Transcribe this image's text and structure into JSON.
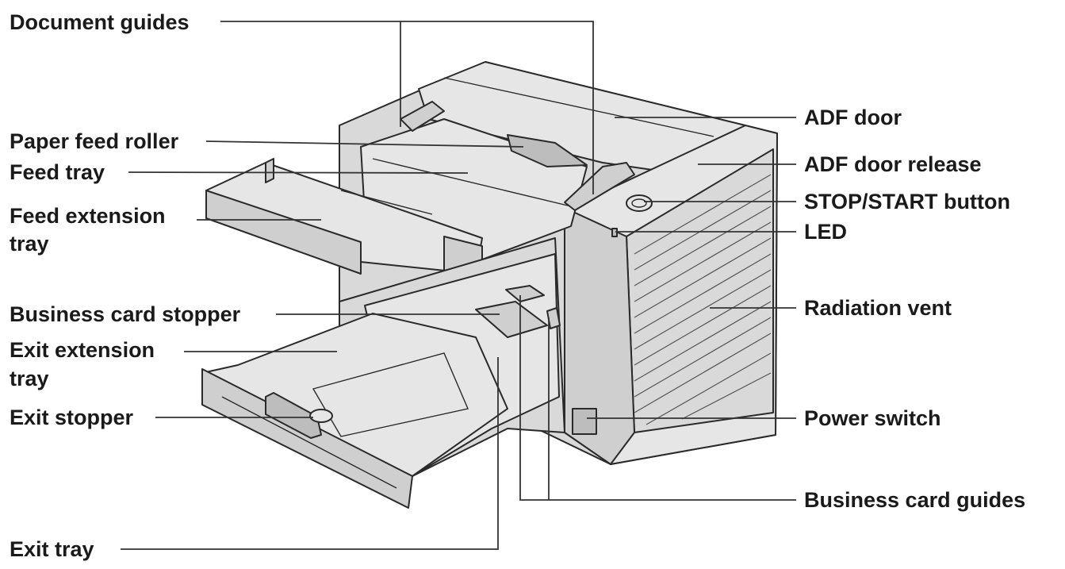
{
  "labels": {
    "document_guides": "Document guides",
    "paper_feed_roller": "Paper feed roller",
    "feed_tray": "Feed tray",
    "feed_extension_tray_line1": "Feed extension",
    "feed_extension_tray_line2": "tray",
    "business_card_stopper": "Business card stopper",
    "exit_extension_tray_line1": "Exit extension",
    "exit_extension_tray_line2": "tray",
    "exit_stopper": "Exit stopper",
    "exit_tray": "Exit tray",
    "adf_door": "ADF door",
    "adf_door_release": "ADF door release",
    "stop_start_button": "STOP/START button",
    "led": "LED",
    "radiation_vent": "Radiation vent",
    "power_switch": "Power switch",
    "business_card_guides": "Business card guides"
  }
}
